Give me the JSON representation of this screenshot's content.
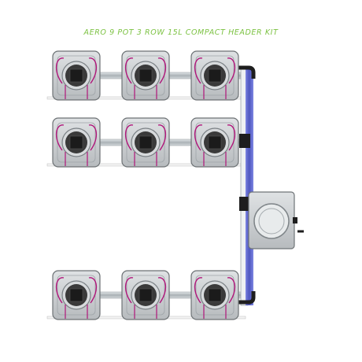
{
  "title": "AERO 9 POT 3 ROW 15L COMPACT HEADER KIT",
  "colors": {
    "title": "#7cc242",
    "pipe_blue": "#4a55c8",
    "pipe_grey": "#bcc3c6",
    "tubing": "#b0157a",
    "pot_body": "#c9ccce",
    "pot_dark": "#3a3a3a",
    "frame": "#222222"
  },
  "components": {
    "pots": [
      {
        "row": 1,
        "col": 1,
        "icon": "pot-icon"
      },
      {
        "row": 1,
        "col": 2,
        "icon": "pot-icon"
      },
      {
        "row": 1,
        "col": 3,
        "icon": "pot-icon"
      },
      {
        "row": 2,
        "col": 1,
        "icon": "pot-icon"
      },
      {
        "row": 2,
        "col": 2,
        "icon": "pot-icon"
      },
      {
        "row": 2,
        "col": 3,
        "icon": "pot-icon"
      },
      {
        "row": 3,
        "col": 1,
        "icon": "pot-icon"
      },
      {
        "row": 3,
        "col": 2,
        "icon": "pot-icon"
      },
      {
        "row": 3,
        "col": 3,
        "icon": "pot-icon"
      }
    ],
    "header_tank": {
      "icon": "header-tank-icon"
    }
  }
}
